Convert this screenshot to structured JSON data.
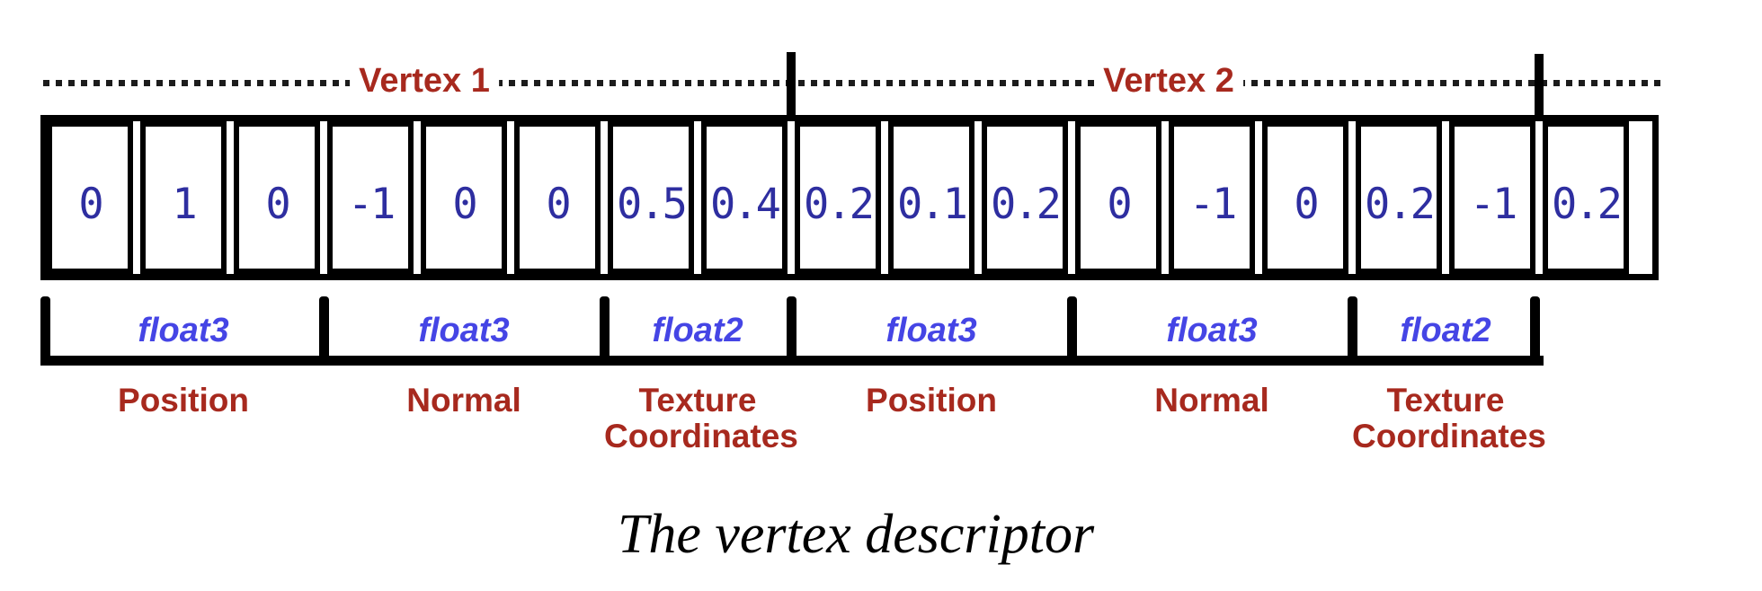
{
  "colors": {
    "line_black": "#000000",
    "dot_black": "#1c1c1c",
    "value_blue": "#2e2ea0",
    "type_blue": "#4545e5",
    "label_red": "#a7291e"
  },
  "ruler": {
    "vertex1_label": "Vertex 1",
    "vertex2_label": "Vertex 2"
  },
  "cells": [
    "0",
    "1",
    "0",
    "-1",
    "0",
    "0",
    "0.5",
    "0.4",
    "0.2",
    "0.1",
    "0.2",
    "0",
    "-1",
    "0",
    "0.2",
    "-1",
    "0.2"
  ],
  "groups": [
    {
      "type": "float3",
      "name": "Position",
      "span": 3
    },
    {
      "type": "float3",
      "name": "Normal",
      "span": 3
    },
    {
      "type": "float2",
      "name": "Texture Coordinates",
      "span": 2
    },
    {
      "type": "float3",
      "name": "Position",
      "span": 3
    },
    {
      "type": "float3",
      "name": "Normal",
      "span": 3
    },
    {
      "type": "float2",
      "name": "Texture Coordinates",
      "span": 2
    }
  ],
  "caption": "The vertex descriptor"
}
